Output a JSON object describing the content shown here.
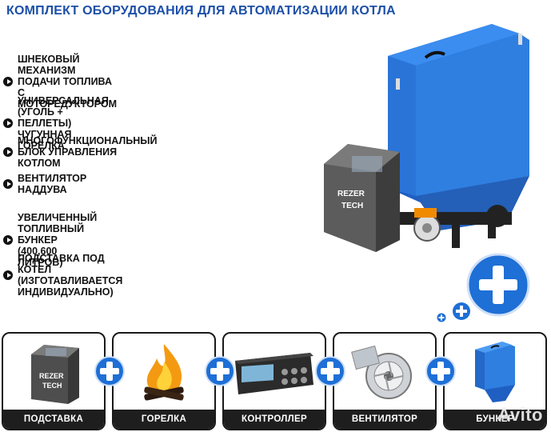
{
  "title": "КОМПЛЕКТ ОБОРУДОВАНИЯ ДЛЯ АВТОМАТИЗАЦИИ КОТЛА",
  "features": [
    "ШНЕКОВЫЙ МЕХАНИЗМ ПОДАЧИ ТОПЛИВА С МОТОРЕДУКТОРОМ",
    "УНИВЕРСАЛЬНАЯ (УГОЛЬ + ПЕЛЛЕТЫ) ЧУГУННАЯ ГОРЕЛКА",
    "МНОГОФУНКЦИОНАЛЬНЫЙ БЛОК УПРАВЛЕНИЯ КОТЛОМ",
    "ВЕНТИЛЯТОР НАДДУВА",
    "УВЕЛИЧЕННЫЙ ТОПЛИВНЫЙ БУНКЕР (400,600 ЛИТРОВ)",
    "ПОДСТАВКА ПОД КОТЕЛ (ИЗГОТАВЛИВАЕТСЯ ИНДИВИДУАЛЬНО)"
  ],
  "brand_line1": "REZER",
  "brand_line2": "TECH",
  "cards": [
    {
      "label": "ПОДСТАВКА"
    },
    {
      "label": "ГОРЕЛКА"
    },
    {
      "label": "КОНТРОЛЛЕР"
    },
    {
      "label": "ВЕНТИЛЯТОР"
    },
    {
      "label": "БУНКЕР"
    }
  ],
  "watermark": "Avito",
  "colors": {
    "title": "#1c4fa8",
    "hopper_blue": "#2f7fe0",
    "plus_blue": "#1e6fd6",
    "boiler_gray": "#5a5a5a",
    "label_bg": "#1e1e1e"
  }
}
